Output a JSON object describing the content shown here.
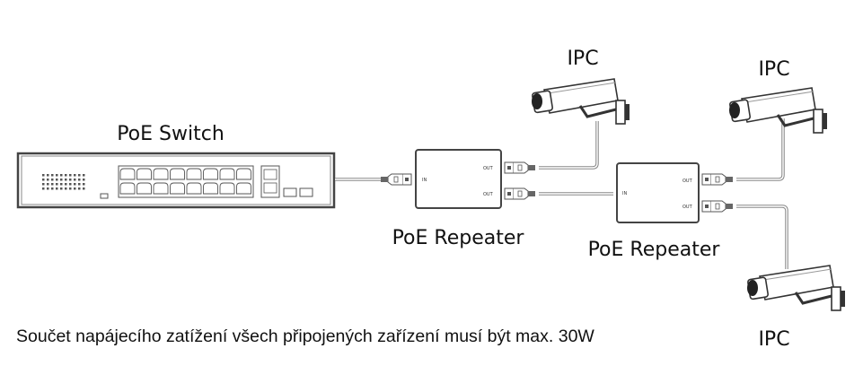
{
  "switch": {
    "label": "PoE Switch"
  },
  "repeaters": [
    {
      "label": "PoE Repeater",
      "in_label": "IN",
      "out_labels": [
        "OUT",
        "OUT"
      ]
    },
    {
      "label": "PoE Repeater",
      "in_label": "IN",
      "out_labels": [
        "OUT",
        "OUT"
      ]
    }
  ],
  "cameras": [
    {
      "label": "IPC"
    },
    {
      "label": "IPC"
    },
    {
      "label": "IPC"
    }
  ],
  "note": "Součet napájecího zatížení všech připojených zařízení musí být max. 30W"
}
